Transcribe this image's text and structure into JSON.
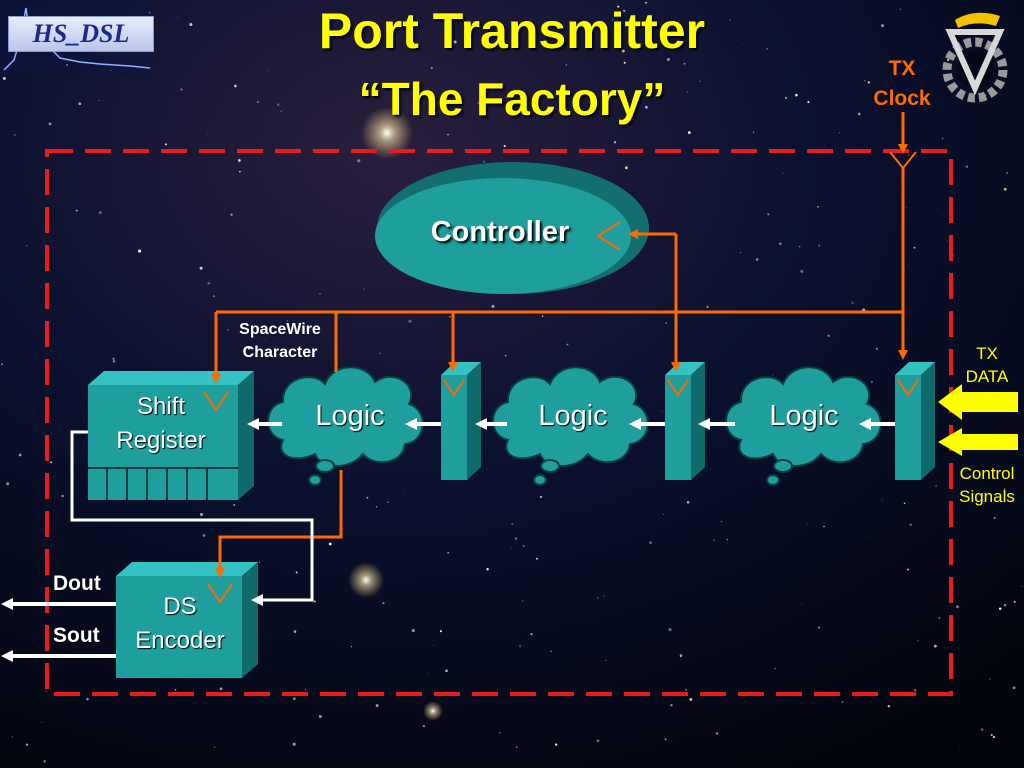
{
  "title": {
    "line1": "Port Transmitter",
    "line2": "“The Factory”"
  },
  "logo": {
    "text": "HS_DSL"
  },
  "labels": {
    "tx_clock_1": "TX",
    "tx_clock_2": "Clock",
    "tx_data_1": "TX",
    "tx_data_2": "DATA",
    "control_1": "Control",
    "control_2": "Signals",
    "spacewire_1": "SpaceWire",
    "spacewire_2": "Character",
    "dout": "Dout",
    "sout": "Sout"
  },
  "blocks": {
    "controller": "Controller",
    "shift_register_1": "Shift",
    "shift_register_2": "Register",
    "ds_encoder_1": "DS",
    "ds_encoder_2": "Encoder",
    "logic": [
      "Logic",
      "Logic",
      "Logic"
    ]
  },
  "colors": {
    "title": "#ffff00",
    "wire_orange": "#ff6a00",
    "block_teal": "#1f9e9e",
    "boundary_red": "#e81c1c",
    "input_arrow_yellow": "#ffff00"
  }
}
